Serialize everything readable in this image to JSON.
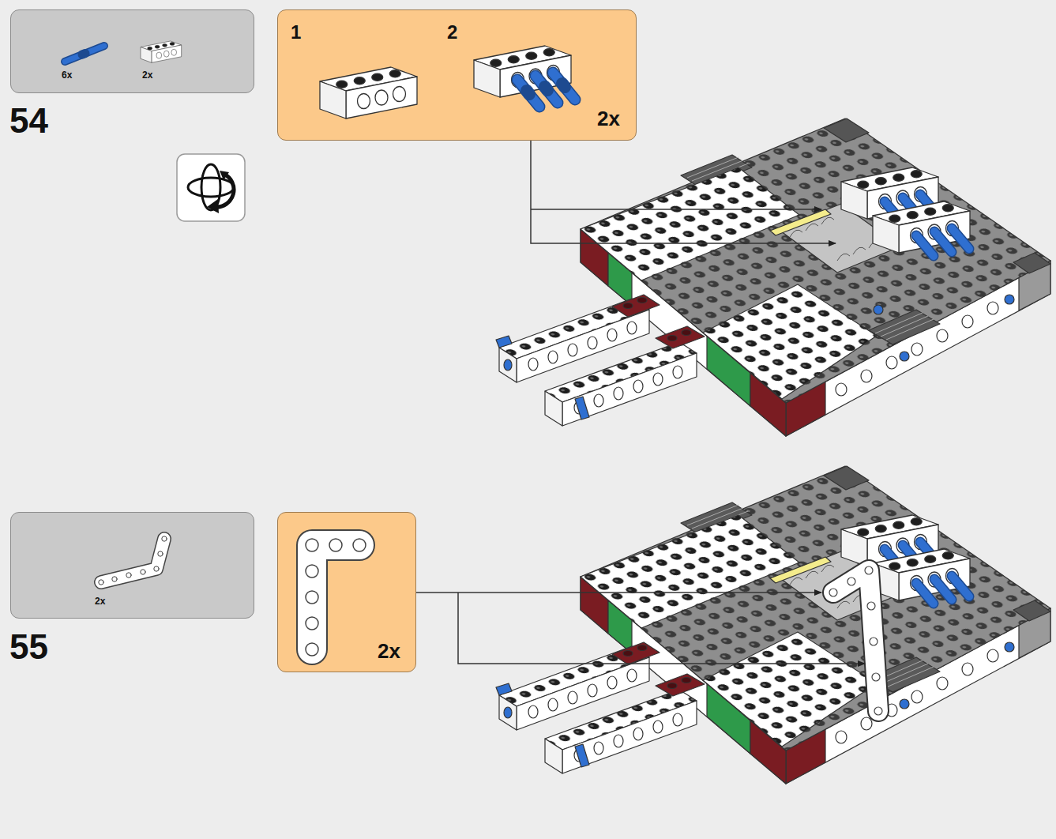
{
  "diagram": {
    "nodes": [
      {
        "text": [
          "6x",
          "2x"
        ]
      },
      {
        "text": [
          "1",
          "2",
          "2x"
        ]
      },
      {
        "text": [
          "2x"
        ]
      },
      {
        "text": [
          "2x"
        ]
      }
    ],
    "edges": [],
    "labels": [
      "54",
      "55"
    ]
  }
}
